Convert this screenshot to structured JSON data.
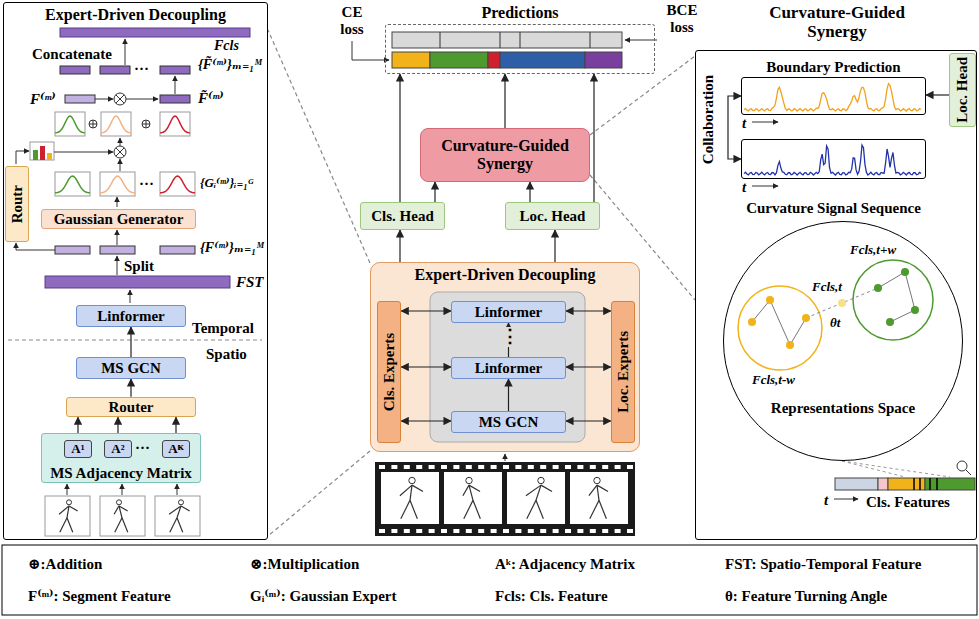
{
  "diagram": {
    "nodes": [
      {
        "text": [
          "Expert-Driven Decoupling"
        ]
      },
      {
        "text": [
          "Routr"
        ],
        "in": 0
      },
      {
        "text": [
          "Gaussian Generator"
        ],
        "in": 0
      },
      {
        "text": [
          "Linformer"
        ],
        "in": 0
      },
      {
        "text": [
          "MS GCN"
        ],
        "in": 0
      },
      {
        "text": [
          "Router"
        ],
        "in": 0
      },
      {
        "text": [
          "MS Adjacency Matrix"
        ],
        "in": 0
      },
      {
        "text": [
          "A¹"
        ],
        "in": 6
      },
      {
        "text": [
          "A²"
        ],
        "in": 6
      },
      {
        "text": [
          "Aᴷ"
        ],
        "in": 6
      },
      {
        "text": [
          "Predictions"
        ]
      },
      {
        "text": [
          "Curvature-Guided Synergy"
        ]
      },
      {
        "text": [
          "Cls. Head"
        ]
      },
      {
        "text": [
          "Loc. Head"
        ]
      },
      {
        "text": [
          "Expert-Driven Decoupling"
        ]
      },
      {
        "text": [
          "Cls. Experts"
        ],
        "in": 14
      },
      {
        "text": [
          "Linformer"
        ],
        "in": 14
      },
      {
        "text": [
          "Linformer"
        ],
        "in": 14
      },
      {
        "text": [
          "MS GCN"
        ],
        "in": 14
      },
      {
        "text": [
          "Loc. Experts"
        ],
        "in": 14
      },
      {
        "text": [
          "Curvature-Guided Synergy"
        ]
      },
      {
        "text": [
          "Boundary Prediction"
        ],
        "in": 20
      },
      {
        "text": [
          "Loc. Head"
        ],
        "in": 20
      },
      {
        "text": [
          "Curvature Signal Sequence"
        ],
        "in": 20
      },
      {
        "text": [
          "Representations Space"
        ],
        "in": 20
      }
    ],
    "edges": [
      {
        "from": 7,
        "to": 5,
        "arrow": "to"
      },
      {
        "from": 8,
        "to": 5,
        "arrow": "to"
      },
      {
        "from": 9,
        "to": 5,
        "arrow": "to"
      },
      {
        "from": 5,
        "to": 4,
        "arrow": "to"
      },
      {
        "from": 4,
        "to": 3,
        "arrow": "to"
      },
      {
        "from": 14,
        "to": 0,
        "arrow": "none"
      },
      {
        "from": 14,
        "to": 0,
        "arrow": "none"
      },
      {
        "from": 11,
        "to": 20,
        "arrow": "none"
      },
      {
        "from": 11,
        "to": 20,
        "arrow": "none"
      },
      {
        "from": 18,
        "to": 17,
        "arrow": "to"
      },
      {
        "from": 17,
        "to": 16,
        "arrow": "to"
      },
      {
        "from": 15,
        "to": 16,
        "arrow": "both"
      },
      {
        "from": 15,
        "to": 17,
        "arrow": "both"
      },
      {
        "from": 15,
        "to": 18,
        "arrow": "both"
      },
      {
        "from": 19,
        "to": 16,
        "arrow": "both"
      },
      {
        "from": 19,
        "to": 17,
        "arrow": "both"
      },
      {
        "from": 19,
        "to": 18,
        "arrow": "both"
      },
      {
        "from": 14,
        "to": 12,
        "arrow": "to"
      },
      {
        "from": 14,
        "to": 13,
        "arrow": "to"
      },
      {
        "from": 12,
        "to": 10,
        "arrow": "to"
      },
      {
        "from": 12,
        "to": 11,
        "arrow": "to"
      },
      {
        "from": 13,
        "to": 11,
        "arrow": "to"
      },
      {
        "from": 13,
        "to": 10,
        "arrow": "to"
      },
      {
        "from": 11,
        "to": 10,
        "arrow": "to"
      },
      {
        "from": 22,
        "to": 21,
        "arrow": "to"
      },
      {
        "from": 21,
        "to": 23,
        "arrow": "both"
      }
    ],
    "labels": [
      "CE loss",
      "BCE loss",
      "Fcls",
      "Concatenate",
      "{F̃⁽ᵐ⁾}ₘ₌₁ᴹ",
      "F⁽ᵐ⁾",
      "F̃⁽ᵐ⁾",
      "{Gᵢ⁽ᵐ⁾}ᵢ₌₁ᴳ",
      "{F⁽ᵐ⁾}ₘ₌₁ᴹ",
      "Split",
      "FST",
      "Temporal",
      "Spatio",
      "···",
      "···",
      "···",
      "⋮",
      "Collaboration",
      "t",
      "t",
      "Fcls,t+w",
      "Fcls,t",
      "θt",
      "Fcls,t-w",
      "t",
      "Cls. Features",
      "⊕:Addition",
      "⊗:Multiplication",
      "Aᵏ: Adjacency Matrix",
      "FST: Spatio-Temporal Feature",
      "F⁽ᵐ⁾: Segment Feature",
      "Gᵢ⁽ᵐ⁾: Gaussian Expert",
      "Fcls: Cls. Feature",
      "θ: Feature Turning Angle"
    ]
  }
}
